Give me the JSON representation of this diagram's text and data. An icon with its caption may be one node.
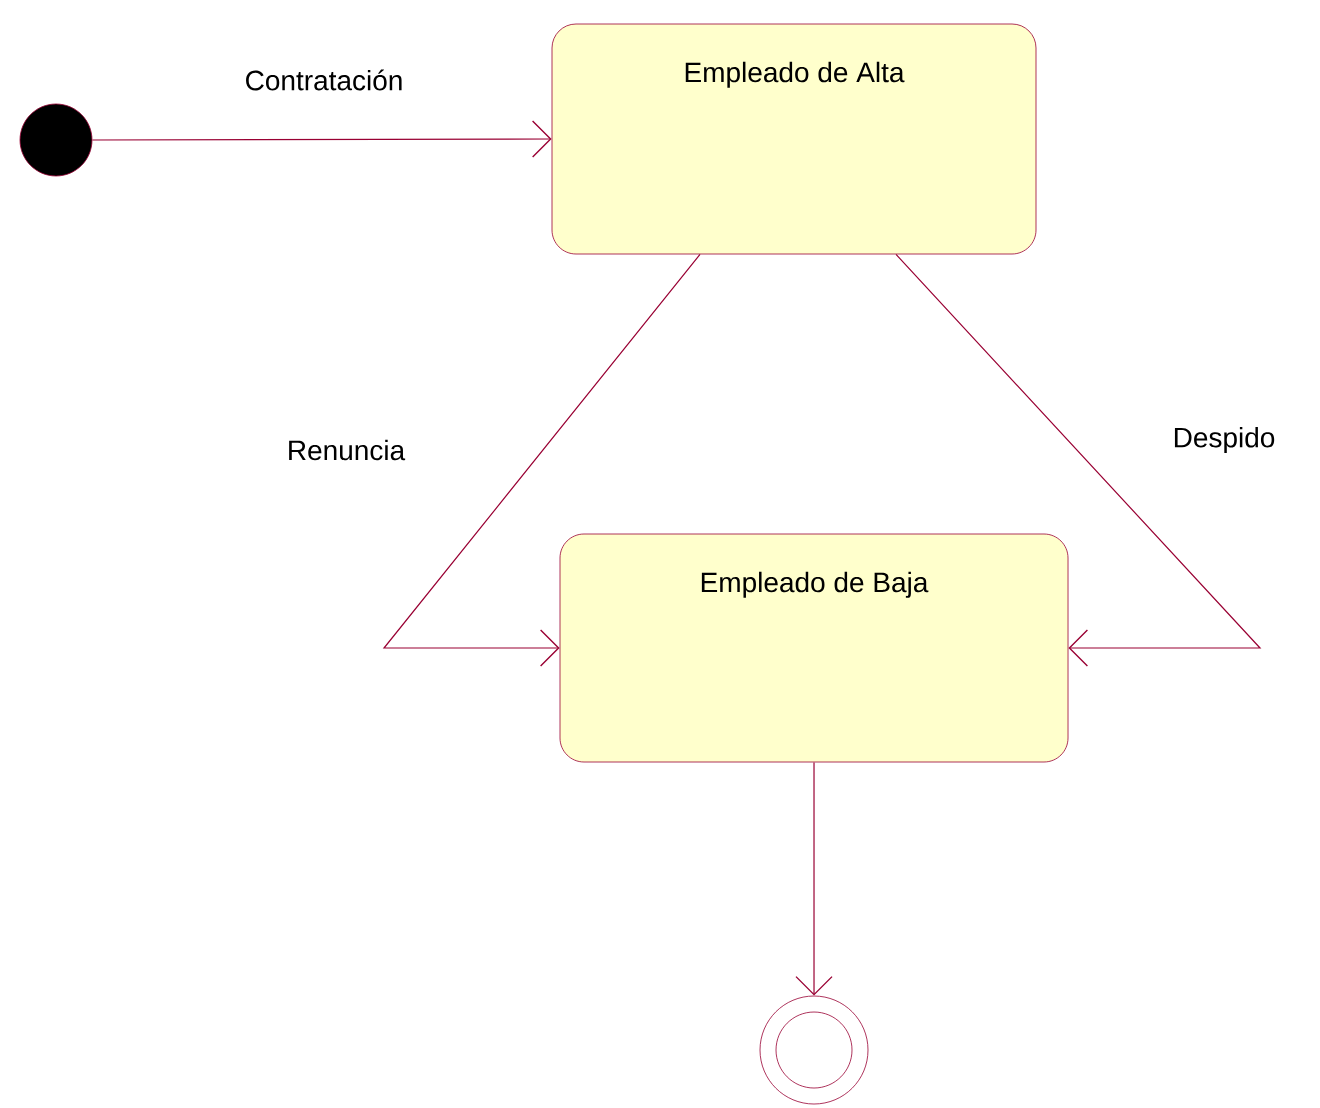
{
  "diagram": {
    "nodes": [
      {
        "text": [],
        "shape": "circle"
      },
      {
        "text": [
          "Empleado de Alta"
        ]
      },
      {
        "text": [
          "Empleado de Baja"
        ]
      },
      {
        "text": [],
        "shape": "circle"
      }
    ],
    "edges": [
      {
        "from": 0,
        "to": 1,
        "arrow": "to",
        "label": "Contratación"
      },
      {
        "from": 1,
        "to": 2,
        "arrow": "to",
        "label": "Renuncia"
      },
      {
        "from": 1,
        "to": 2,
        "arrow": "to",
        "label": "Despido"
      },
      {
        "from": 2,
        "to": 3,
        "arrow": "to"
      }
    ]
  }
}
